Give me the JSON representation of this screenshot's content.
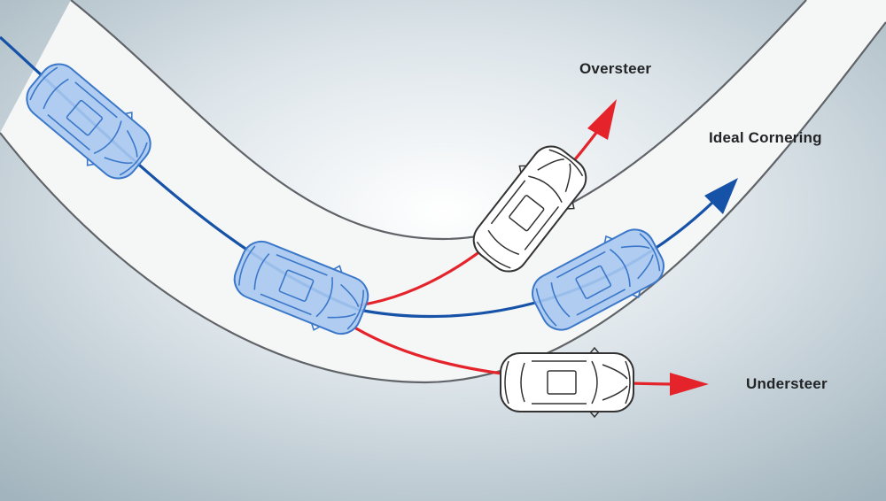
{
  "labels": {
    "oversteer": "Oversteer",
    "ideal": "Ideal Cornering",
    "understeer": "Understeer"
  },
  "colors": {
    "ideal_path": "#1652a8",
    "deviation_path": "#e5232b",
    "highlight_car_fill": "#a9c9f1",
    "highlight_car_stroke": "#3b78c9",
    "outline_car_fill": "#ffffff",
    "outline_car_stroke": "#333333",
    "road": "#f5f6f6",
    "road_edge": "#606468",
    "background_center": "#ffffff",
    "background_edge": "#a2b4bd"
  }
}
